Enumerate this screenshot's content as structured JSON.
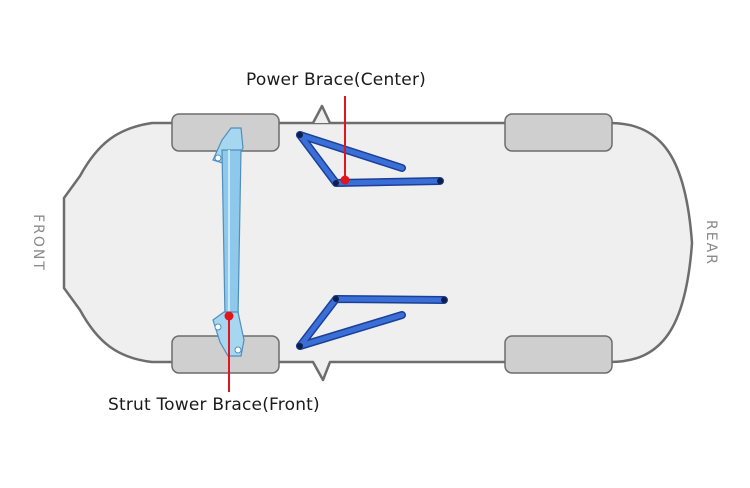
{
  "callouts": {
    "power_brace": "Power Brace(Center)",
    "strut_brace": "Strut Tower Brace(Front)"
  },
  "orientation": {
    "front": "FRONT",
    "rear": "REAR"
  },
  "colors": {
    "body_fill": "#efefef",
    "body_outline": "#6d6d6d",
    "wheel_fill": "#cfcfcf",
    "strut_brace": "#8ec9ec",
    "power_brace": "#2f63c9",
    "callout_marker": "#e2151c"
  }
}
